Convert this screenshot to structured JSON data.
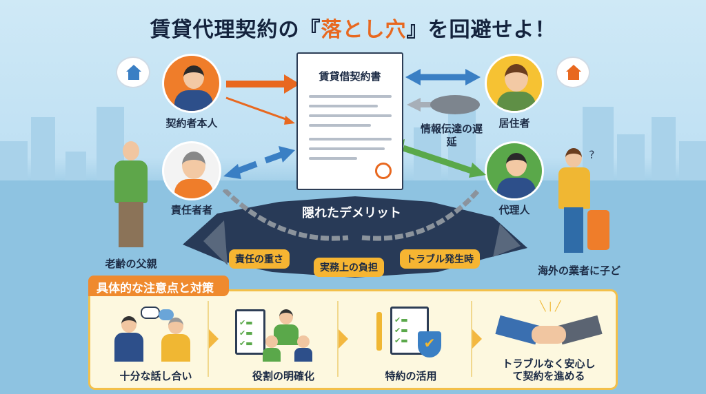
{
  "title": {
    "before": "賃貸代理契約の『",
    "highlight": "落とし穴",
    "after": "』を回避せよ！"
  },
  "document": {
    "title": "賃貸借契約書"
  },
  "parties": {
    "contractor": "契約者本人",
    "resident": "居住者",
    "responsible": "責任者者",
    "agent": "代理人",
    "father": "老齢の父親",
    "child": "海外の業者に子ど"
  },
  "delay_label": "情報伝達の遅延",
  "hidden": {
    "title": "隠れたデメリット",
    "items": [
      "責任の重さ",
      "実務上の負担",
      "トラブル発生時"
    ]
  },
  "measures": {
    "tag": "具体的な注意点と対策",
    "steps": [
      {
        "label": "十分な話し合い",
        "icon": "conversation-icon"
      },
      {
        "label": "役割の明確化",
        "icon": "checklist-icon"
      },
      {
        "label": "特約の活用",
        "icon": "contract-shield-icon"
      },
      {
        "label": "トラブルなく安心して契約を進める",
        "icon": "handshake-icon"
      }
    ]
  },
  "colors": {
    "orange": "#e8681f",
    "navy": "#14233d",
    "yellow": "#f6b532",
    "blue": "#3a7fc4",
    "green": "#5aa84a"
  }
}
